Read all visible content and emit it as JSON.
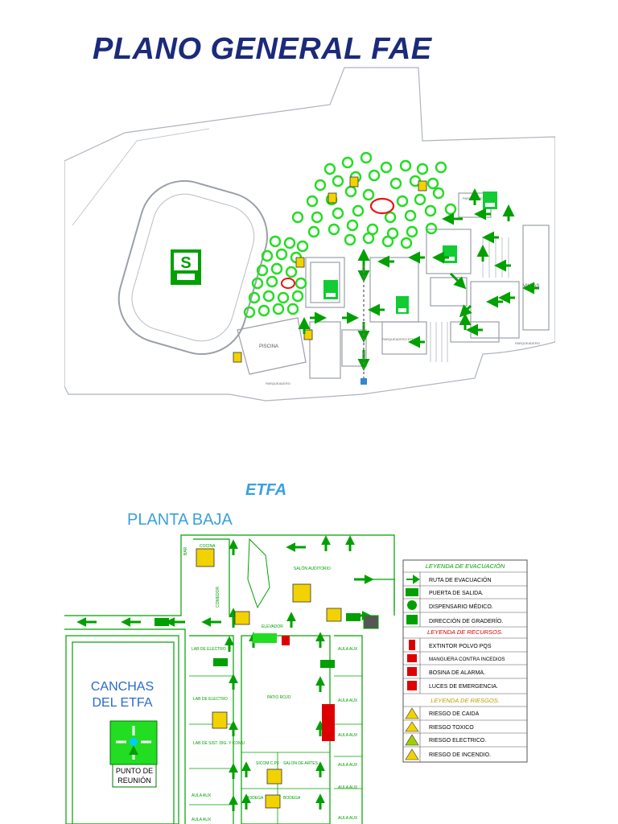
{
  "header": {
    "title": "PLANO GENERAL FAE"
  },
  "campus": {
    "labels": {
      "piscina": "PISCINA",
      "villas": "VILLAS",
      "parqueadero_1": "PARQUEADERO",
      "parqueadero_2": "PARQUEADERO ETFA",
      "parqueadero_3": "PARQUEADERO",
      "parqueadero_4": "PARQUEADERO"
    },
    "safe_zone_symbol": "S"
  },
  "section": {
    "title": "ETFA",
    "subtitle": "PLANTA BAJA"
  },
  "floor": {
    "rooms": {
      "cocina": "COCINA",
      "bar": "BAR",
      "comedor": "COMEDOR",
      "salon_auditorio": "SALÓN AUDITORIO",
      "elevador": "ELEVADOR",
      "lab_electro_1": "LAB DE ELECTRO",
      "lab_electro_2": "LAB DE ELECTRO",
      "lab_sist": "LAB DE SIST. DIG. Y COMU",
      "patio_rojo": "PATIO ROJO",
      "sicom": "SICOM C.P.I",
      "salon_artes": "SALON DE ARTES",
      "bodega_1": "BODEGA",
      "bodega_2": "BODEGA",
      "aula_aux": "AULA AUX"
    },
    "canchas": [
      "CANCHAS",
      "DEL ETFA"
    ],
    "punto_reunion": [
      "PUNTO DE",
      "REUNIÓN"
    ]
  },
  "legend": {
    "evacuacion": {
      "title": "LEYENDA DE EVACUACIÓN",
      "items": [
        {
          "icon": "arrow-icon",
          "label": "RUTA DE EVACUACIÓN"
        },
        {
          "icon": "exit-door-icon",
          "label": "PUERTA DE SALIDA."
        },
        {
          "icon": "medical-icon",
          "label": "DISPENSARIO MÉDICO."
        },
        {
          "icon": "bleachers-icon",
          "label": "DIRECCIÓN DE GRADERÍO."
        }
      ]
    },
    "recursos": {
      "title": "LEYENDA DE RECURSOS.",
      "items": [
        {
          "icon": "extinguisher-icon",
          "label": "EXTINTOR POLVO PQS"
        },
        {
          "icon": "hose-icon",
          "label": "MANGUERA CONTRA INCEDIOS"
        },
        {
          "icon": "alarm-icon",
          "label": "BOSINA DE ALARMA."
        },
        {
          "icon": "emergency-light-icon",
          "label": "LUCES DE EMERGENCIA."
        }
      ]
    },
    "riesgos": {
      "title": "LEYENDA DE RIESGOS.",
      "items": [
        {
          "icon": "fall-risk-icon",
          "label": "RIESGO DE CAIDA"
        },
        {
          "icon": "toxic-risk-icon",
          "label": "RIESGO TOXICO"
        },
        {
          "icon": "electric-risk-icon",
          "label": "RIESGO ELECTRICO."
        },
        {
          "icon": "fire-risk-icon",
          "label": "RIESGO DE INCENDIO."
        }
      ]
    }
  },
  "colors": {
    "title": "#1b2a7a",
    "etfa": "#3aa0e0",
    "green": "#00a000",
    "bright_green": "#22dd22",
    "red": "#dd0000",
    "warning_yellow": "#f2d200",
    "plan_line": "#9aa0a8"
  }
}
